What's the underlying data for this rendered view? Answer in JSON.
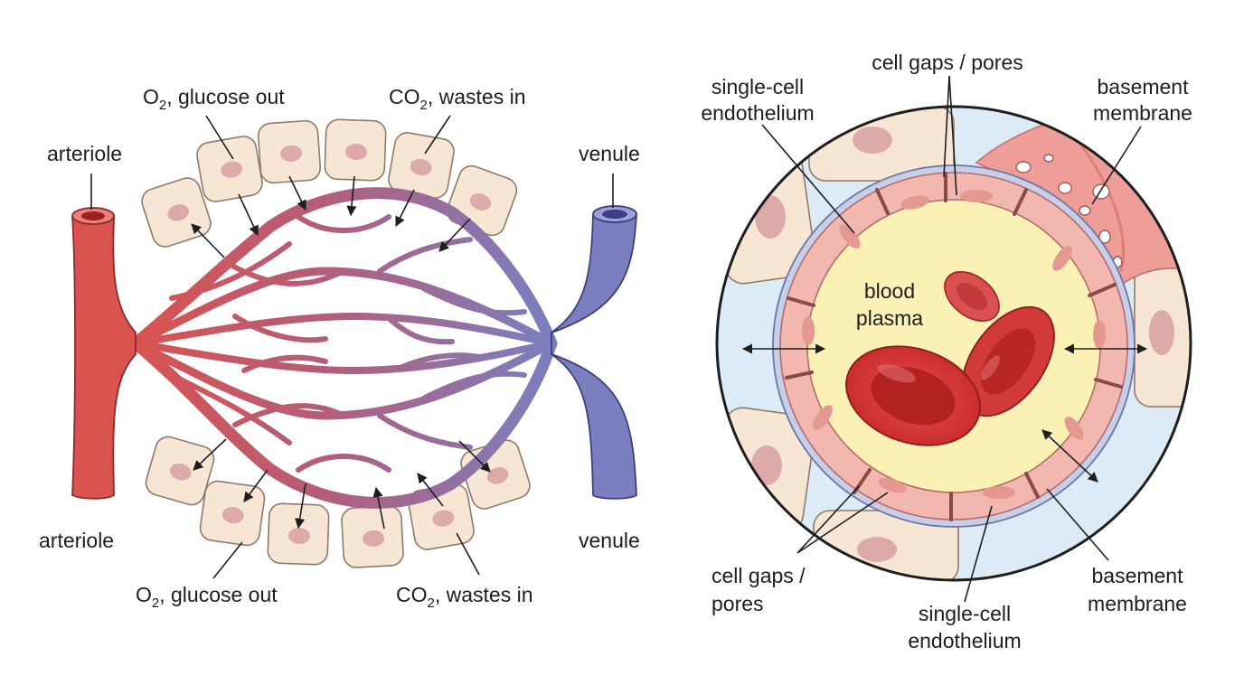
{
  "left_panel": {
    "arteriole_top": "arteriole",
    "arteriole_bottom": "arteriole",
    "venule_top": "venule",
    "venule_bottom": "venule",
    "o2_out_top": {
      "pre": "O",
      "sub": "2",
      "post": ", glucose out"
    },
    "co2_in_top": {
      "pre": "CO",
      "sub": "2",
      "post": ", wastes in"
    },
    "o2_out_bottom": {
      "pre": "O",
      "sub": "2",
      "post": ", glucose out"
    },
    "co2_in_bottom": {
      "pre": "CO",
      "sub": "2",
      "post": ", wastes in"
    }
  },
  "right_panel": {
    "cell_gaps_top": "cell gaps / pores",
    "endothelium_top": [
      "single-cell",
      "endothelium"
    ],
    "basement_top": [
      "basement",
      "membrane"
    ],
    "plasma": [
      "blood",
      "plasma"
    ],
    "cell_gaps_bottom": [
      "cell gaps /",
      "pores"
    ],
    "endothelium_bottom": [
      "single-cell",
      "endothelium"
    ],
    "basement_bottom": [
      "basement",
      "membrane"
    ]
  },
  "colors": {
    "artery": "#d9534f",
    "vein": "#7b7fc0",
    "tissue_cell": "#f7e6d4",
    "plasma": "#fbf1b5",
    "endothelium": "#f2b8b0",
    "interstitial": "#dcebf6",
    "rbc": "#cf3434"
  }
}
